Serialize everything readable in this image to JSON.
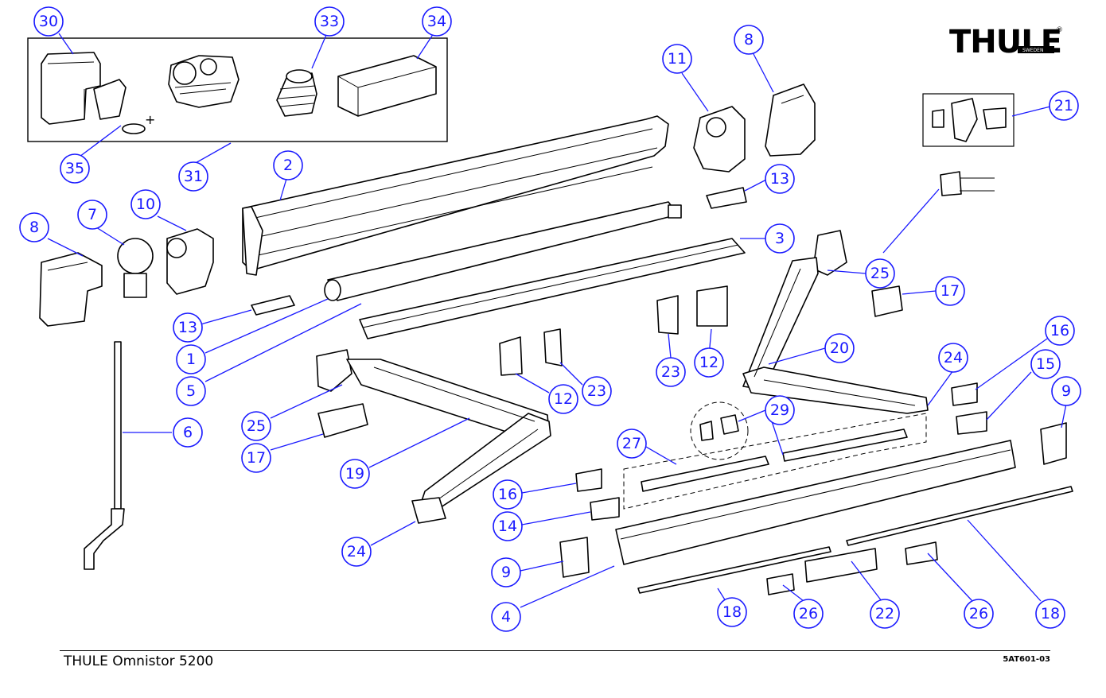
{
  "brand": {
    "logo_text": "THULE",
    "logo_sub": "SWEDEN",
    "logo_mark": "®"
  },
  "footer": {
    "title": "THULE Omnistor 5200",
    "code": "5AT601-03"
  },
  "callouts": [
    {
      "n": "30"
    },
    {
      "n": "33"
    },
    {
      "n": "34"
    },
    {
      "n": "35"
    },
    {
      "n": "31"
    },
    {
      "n": "11"
    },
    {
      "n": "8"
    },
    {
      "n": "21"
    },
    {
      "n": "2"
    },
    {
      "n": "13"
    },
    {
      "n": "8"
    },
    {
      "n": "7"
    },
    {
      "n": "10"
    },
    {
      "n": "3"
    },
    {
      "n": "25"
    },
    {
      "n": "17"
    },
    {
      "n": "13"
    },
    {
      "n": "1"
    },
    {
      "n": "5"
    },
    {
      "n": "20"
    },
    {
      "n": "23"
    },
    {
      "n": "12"
    },
    {
      "n": "16"
    },
    {
      "n": "24"
    },
    {
      "n": "15"
    },
    {
      "n": "9"
    },
    {
      "n": "12"
    },
    {
      "n": "23"
    },
    {
      "n": "29"
    },
    {
      "n": "6"
    },
    {
      "n": "25"
    },
    {
      "n": "17"
    },
    {
      "n": "19"
    },
    {
      "n": "27"
    },
    {
      "n": "16"
    },
    {
      "n": "14"
    },
    {
      "n": "24"
    },
    {
      "n": "9"
    },
    {
      "n": "4"
    },
    {
      "n": "18"
    },
    {
      "n": "26"
    },
    {
      "n": "22"
    },
    {
      "n": "26"
    },
    {
      "n": "18"
    }
  ]
}
